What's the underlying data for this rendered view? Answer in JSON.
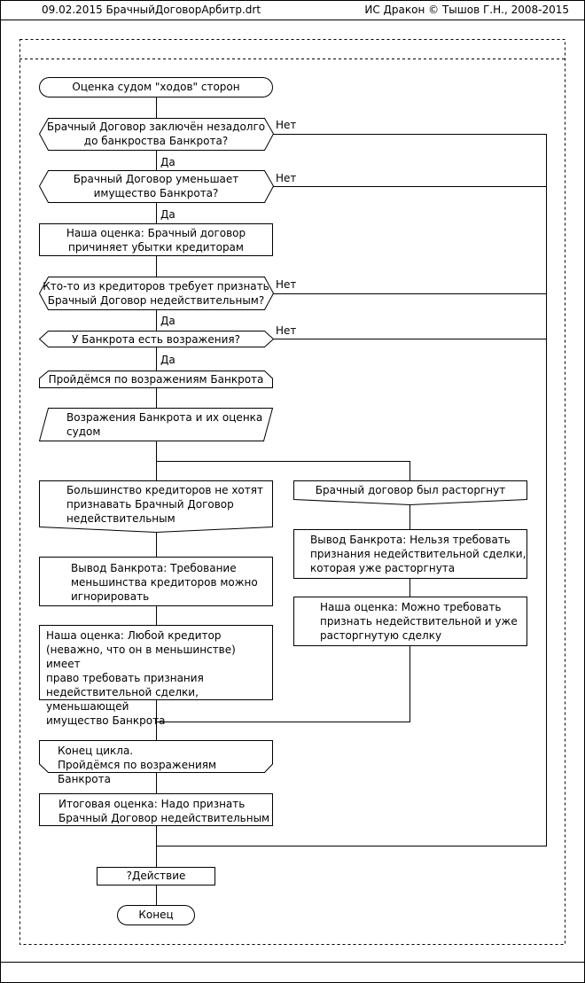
{
  "header": {
    "date_file": "09.02.2015  БрачныйДоговорАрбитр.drt",
    "copyright": "ИС Дракон © Тышов Г.Н., 2008-2015"
  },
  "diagram": {
    "title": "Оценка судом \"ходов\" сторон",
    "q1": "Брачный Договор заключён незадолго\nдо банкроства Банкрота?",
    "q2": "Брачный Договор уменьшает\nимущество Банкрота?",
    "a1": "Наша оценка: Брачный договор\nпричиняет убытки кредиторам",
    "q3": "Кто-то из кредиторов требует признать\nБрачный Договор недействительным?",
    "q4": "У Банкрота есть возражения?",
    "loop_start": "Пройдёмся по возражениям Банкрота",
    "input": "Возражения Банкрота и их оценка\nсудом",
    "case1": "Большинство кредиторов не хотят\nпризнавать Брачный Договор\nнедействительным",
    "case2": "Брачный договор был расторгнут",
    "a2": "Вывод Банкрота: Требование\nменьшинства кредиторов можно\nигнорировать",
    "a3": "Наша оценка: Любой кредитор\n(неважно, что он в меньшинстве) имеет\nправо требовать признания\nнедействительной сделки, уменьшающей\nимущество Банкрота",
    "a4": "Вывод Банкрота: Нельзя требовать\nпризнания недействительной сделки,\nкоторая уже расторгнута",
    "a5": "Наша оценка: Можно требовать\nпризнать недействительной и уже\nрасторгнутую сделку",
    "loop_end": "Конец цикла.\nПройдёмся по возражениям Банкрота",
    "a6": "Итоговая оценка: Надо признать\nБрачный Договор недействительным",
    "action": "?Действие",
    "end": "Конец",
    "yes": "Да",
    "no": "Нет"
  }
}
